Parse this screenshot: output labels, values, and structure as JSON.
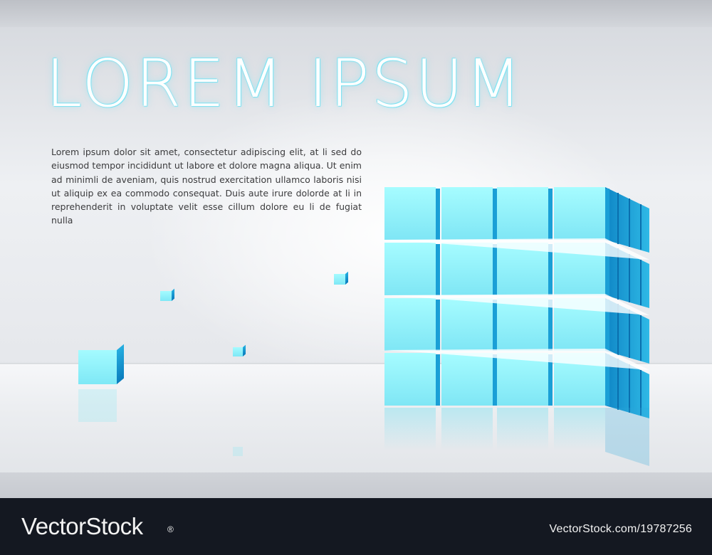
{
  "poster": {
    "headline": "LOREM IPSUM",
    "body": "Lorem ipsum dolor sit amet, consectetur adipiscing elit, at li sed do eiusmod tempor incididunt ut labore et dolore magna aliqua. Ut enim ad minimli de aveniam, quis nostrud exercitation ullamco laboris nisi ut aliquip ex ea commodo consequat. Duis aute irure dolorde at li in reprehenderit in voluptate velit esse cillum dolore eu li de fugiat nulla"
  },
  "footer": {
    "logo": "VectorStock",
    "registered": "®",
    "stock_id": "VectorStock.com/19787256"
  },
  "colors": {
    "cube_face": "#8ff3fb",
    "cube_side": "#1aa0d8",
    "footer_bg": "#141821"
  }
}
